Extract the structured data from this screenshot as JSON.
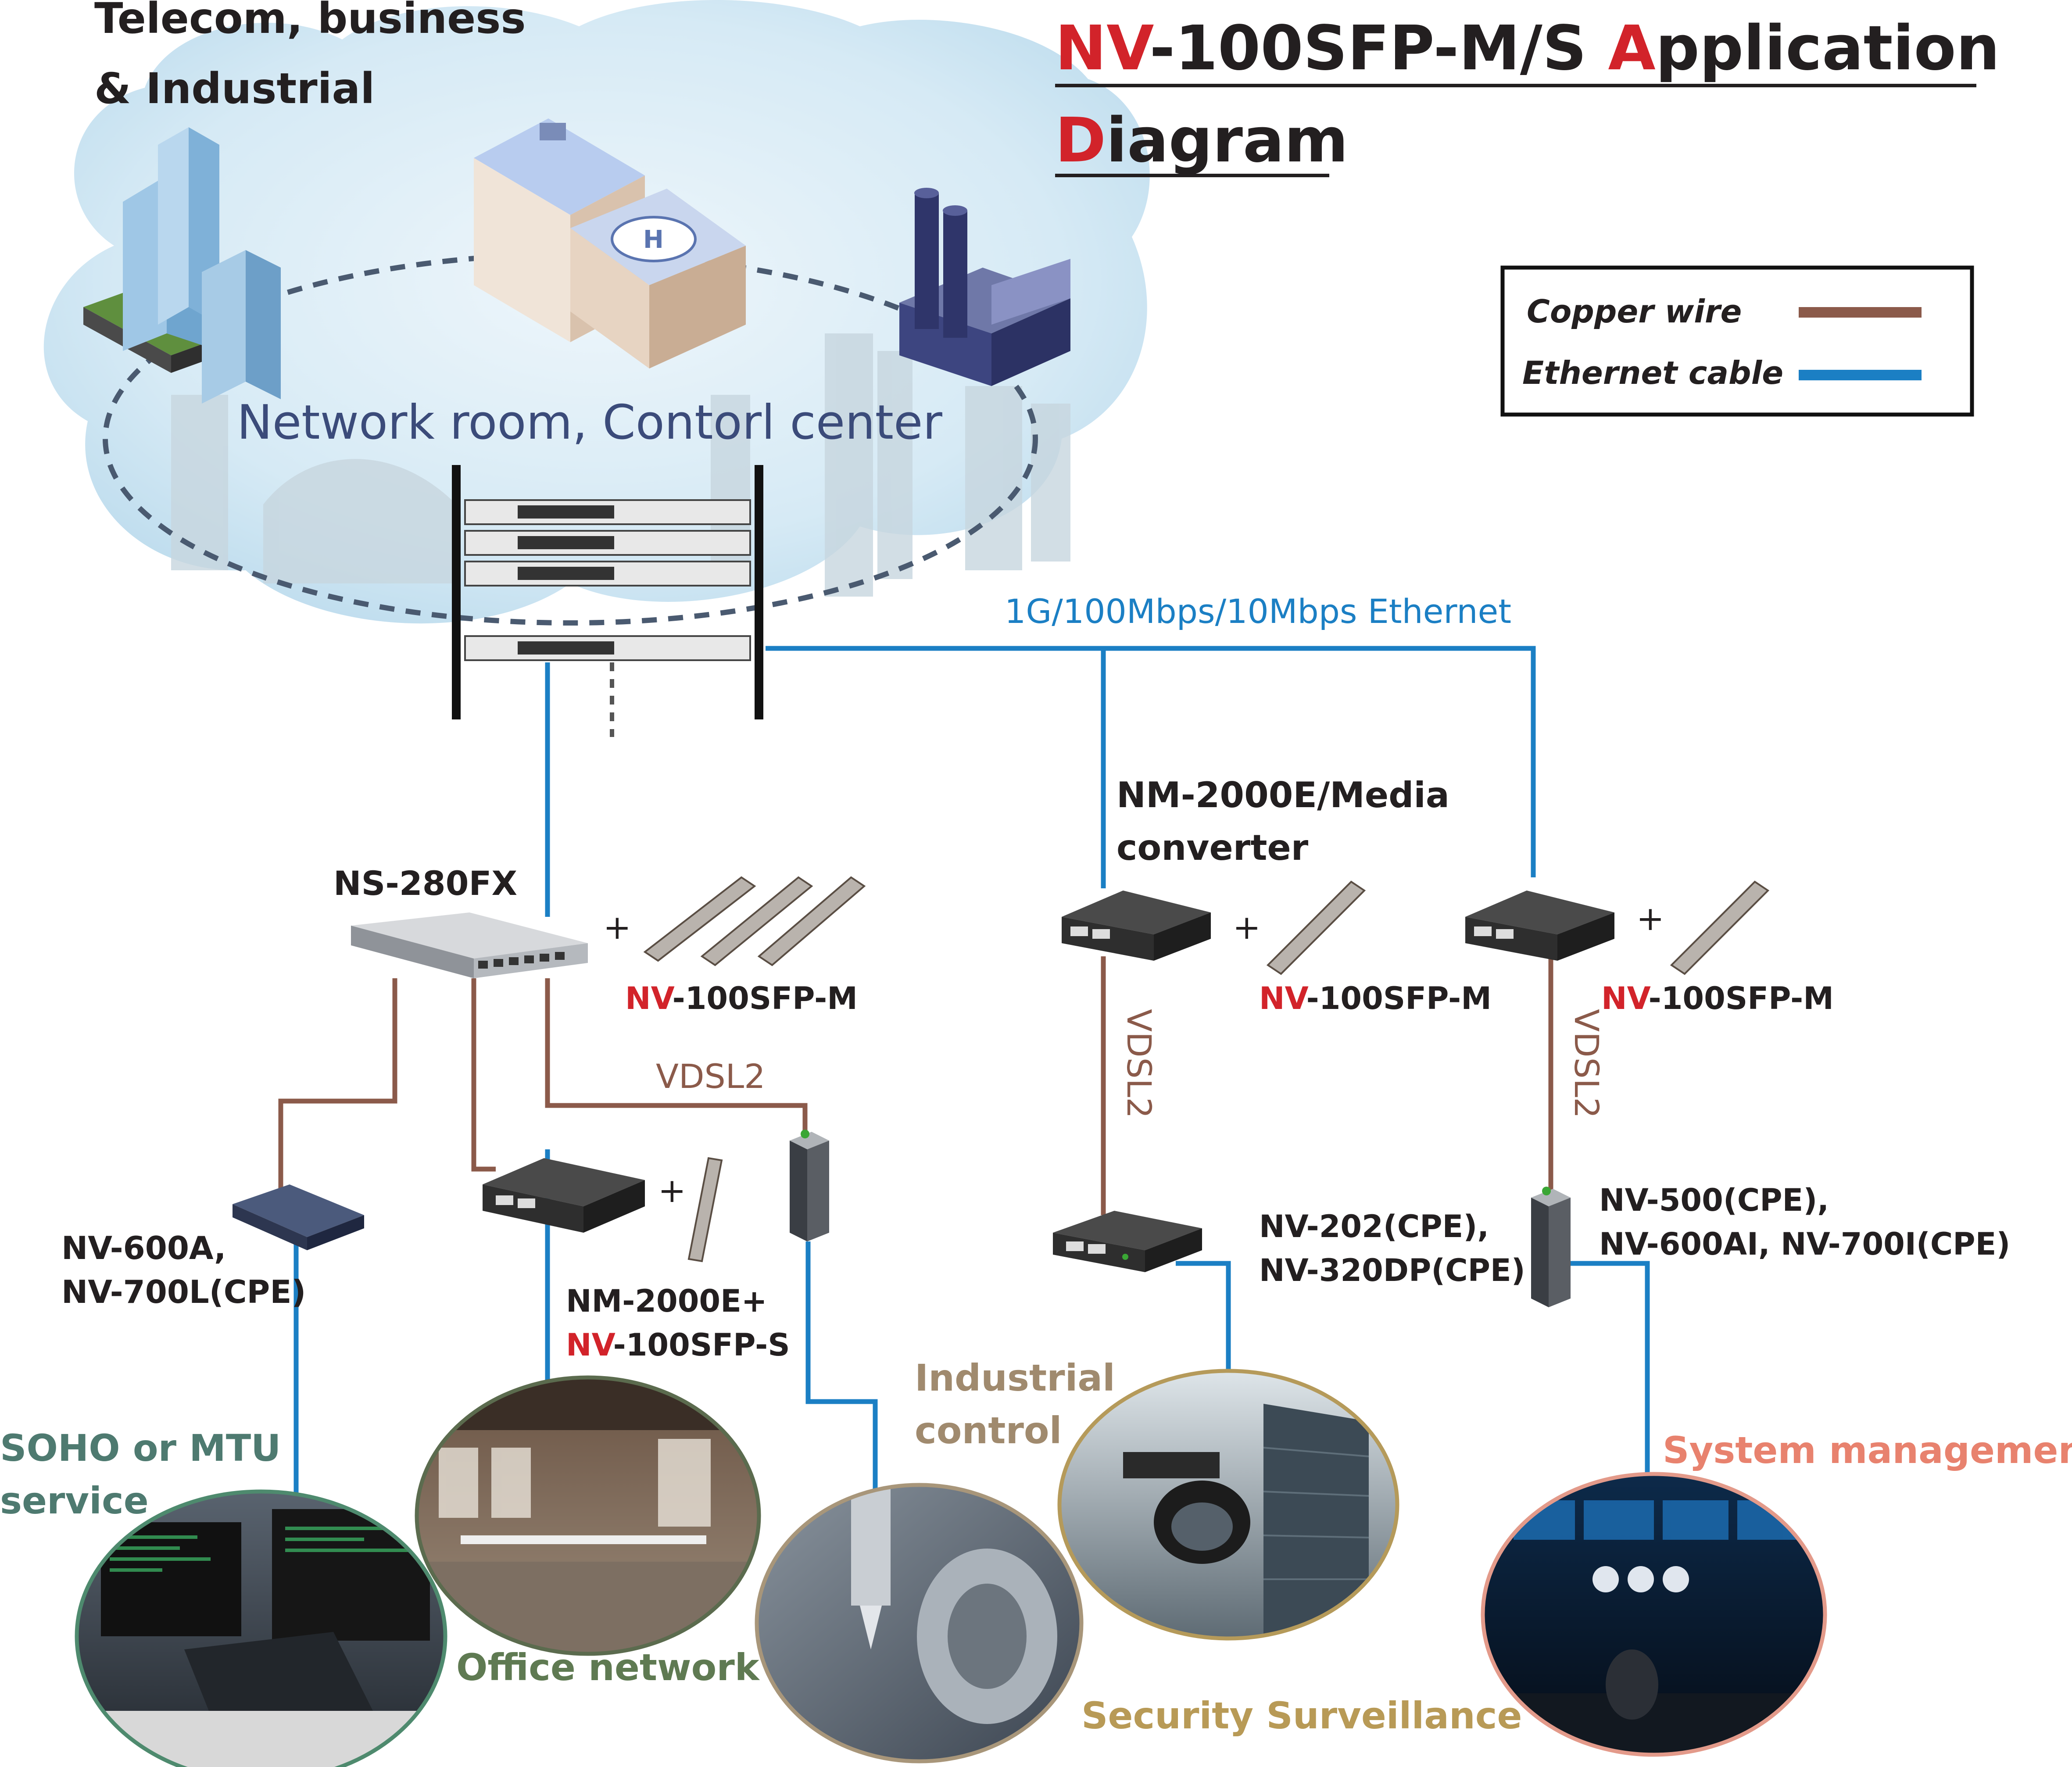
{
  "title": {
    "line1": {
      "nv": "NV",
      "mid": "-100SFP-M/S ",
      "a": "A",
      "rest": "pplication"
    },
    "line2": {
      "d": "D",
      "rest": "iagram"
    }
  },
  "header_label": {
    "line1": "Telecom, business",
    "line2": "& Industrial"
  },
  "network_room_label": "Network room, Contorl center",
  "ethernet_label": "1G/100Mbps/10Mbps Ethernet",
  "legend": [
    {
      "label": "Copper wire",
      "color": "#8B5A4A"
    },
    {
      "label": "Ethernet cable",
      "color": "#1B7FC4"
    }
  ],
  "colors": {
    "copper": "#8B5A4A",
    "ethernet": "#1B7FC4",
    "accent_red": "#D2232A",
    "cloud": "#CFE6F2",
    "device_dark": "#2E2E2E"
  },
  "devices": {
    "ns280fx": "NS-280FX",
    "nm2000e_media": {
      "line1": "NM-2000E/Media",
      "line2": "converter"
    },
    "sfp_m": {
      "nv": "NV",
      "rest": "-100SFP-M"
    },
    "nm2000e_plus": {
      "line1": "NM-2000E+",
      "nv": "NV",
      "rest": "-100SFP-S"
    },
    "nv600a": {
      "line1": "NV-600A,",
      "line2": "NV-700L(CPE)"
    },
    "nv202": {
      "line1": "NV-202(CPE),",
      "line2": "NV-320DP(CPE)"
    },
    "nv500": {
      "line1": "NV-500(CPE),",
      "line2": "NV-600AI, NV-700I(CPE)"
    },
    "plus": "+"
  },
  "vdsl2": "VDSL2",
  "applications": {
    "soho": {
      "line1": "SOHO or MTU",
      "line2": "service"
    },
    "office": "Office network",
    "industrial": {
      "line1": "Industrial",
      "line2": "control"
    },
    "security": "Security Surveillance",
    "system": "System management"
  },
  "icons": [
    "office-tower-icon",
    "hospital-building-icon",
    "factory-icon",
    "rack-switch-icon",
    "sfp-module-icon",
    "media-converter-icon",
    "cpe-modem-icon",
    "din-rail-device-icon",
    "camera-icon"
  ]
}
